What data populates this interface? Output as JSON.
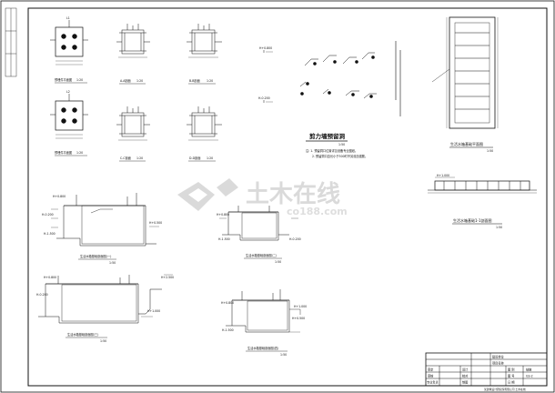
{
  "sheet": {
    "main_title": "剪力墙预留洞",
    "main_scale": "1:50",
    "tank_plan_title": "生活水箱基础平面图",
    "tank_plan_scale": "1:50",
    "tank_section_title": "生活水箱基础1-1剖面图",
    "tank_section_scale": "1:50",
    "notes": [
      "注: 1. 预留洞口位置详见设备专业图纸。",
      "2. 预留洞口边长小于300时不另设加强筋。"
    ]
  },
  "details_row1": {
    "plan_title": "预埋件平面图",
    "plan_scale": "1:20",
    "sections": [
      {
        "title": "A-A剖面",
        "scale": "1:20"
      },
      {
        "title": "B-B剖面",
        "scale": "1:20"
      }
    ],
    "mark_top": "L1"
  },
  "details_row2": {
    "plan_title": "预埋件平面图",
    "plan_scale": "1:20",
    "sections": [
      {
        "title": "C-C剖面",
        "scale": "1:20"
      },
      {
        "title": "D-D剖面",
        "scale": "1:20"
      }
    ],
    "mark_top": "L2"
  },
  "level_labels": {
    "a": "H+0.800",
    "b": "H-0.200",
    "c": "H+2.500",
    "d": "H+1.000",
    "e": "H+0.500",
    "f": "H-1.500"
  },
  "sections": [
    {
      "title": "生活水箱基础剖面图(一)",
      "scale": "1:50"
    },
    {
      "title": "生活水箱基础剖面图(二)",
      "scale": "1:50"
    },
    {
      "title": "生活水箱基础剖面图(三)",
      "scale": "1:50"
    },
    {
      "title": "生活水箱基础剖面图(四)",
      "scale": "1:50"
    }
  ],
  "watermark": {
    "brand": "土木在线",
    "url": "co188.com"
  },
  "title_block": {
    "rows": [
      [
        "",
        "",
        "",
        "",
        "建设单位",
        ""
      ],
      [
        "",
        "",
        "",
        "",
        "项目名称",
        ""
      ],
      [
        "审定",
        "",
        "设计",
        "",
        "图 别",
        "结施"
      ],
      [
        "审核",
        "",
        "校对",
        "",
        "图 号",
        "GS-2"
      ],
      [
        "专业负责",
        "",
        "制图",
        "",
        "日 期",
        ""
      ]
    ],
    "company": "某建筑设计研究院有限公司 土木在线"
  },
  "colors": {
    "line": "#111111",
    "watermark": "#c8c8c8"
  }
}
